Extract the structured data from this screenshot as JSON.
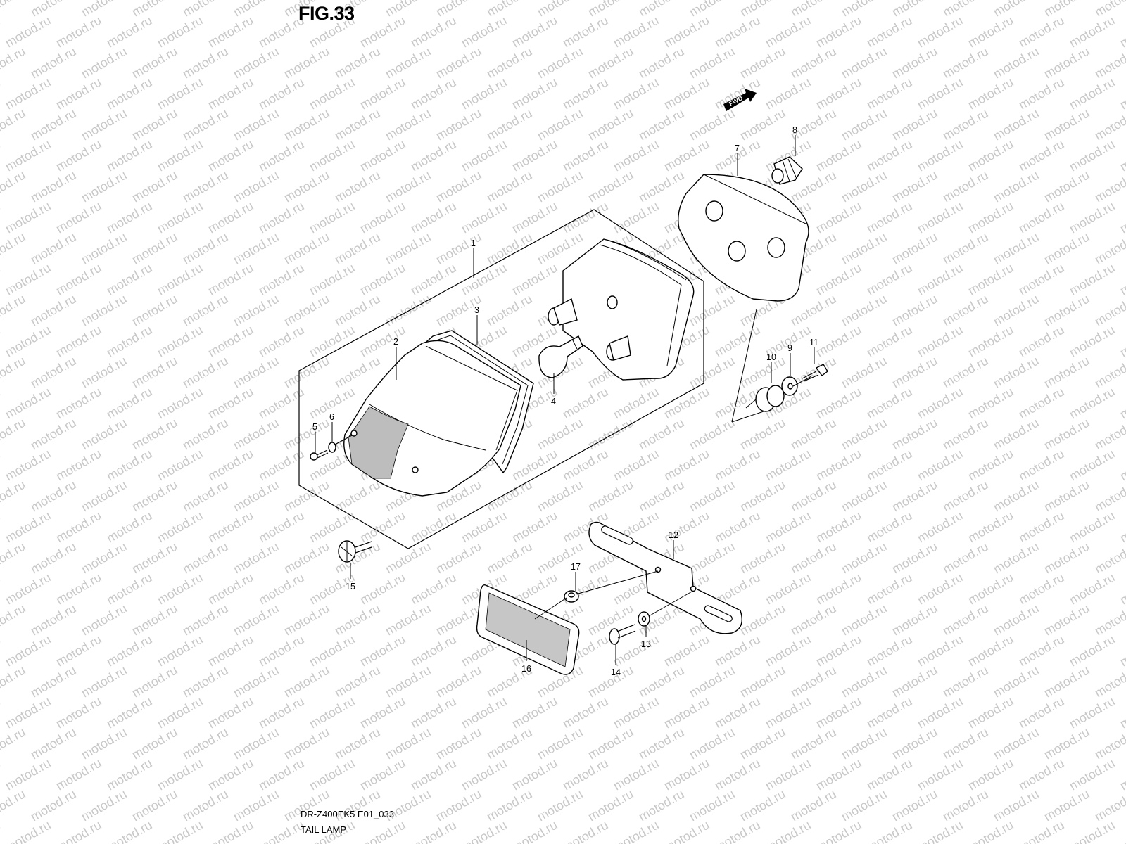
{
  "figure_label": "FIG.33",
  "model_code": "DR-Z400EK5 E01_033",
  "part_name": "TAIL LAMP",
  "watermark_text": "motod.ru",
  "direction_badge": "FWD",
  "callouts": [
    "1",
    "2",
    "3",
    "4",
    "5",
    "6",
    "7",
    "8",
    "9",
    "10",
    "11",
    "12",
    "13",
    "14",
    "15",
    "16",
    "17"
  ],
  "colors": {
    "ink": "#000000",
    "watermark": "#c8c8c8",
    "background": "#ffffff"
  }
}
